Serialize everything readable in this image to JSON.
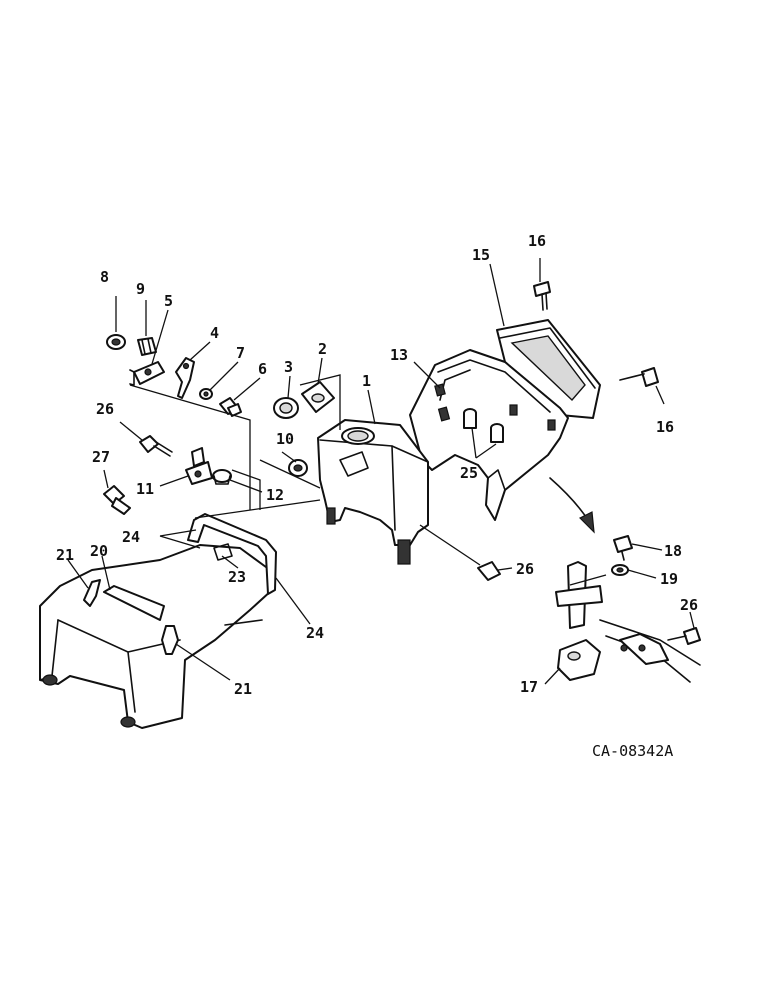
{
  "diagram": {
    "reference_code": "CA-08342A",
    "callouts": [
      {
        "id": "c8",
        "text": "8"
      },
      {
        "id": "c9",
        "text": "9"
      },
      {
        "id": "c5",
        "text": "5"
      },
      {
        "id": "c4",
        "text": "4"
      },
      {
        "id": "c7",
        "text": "7"
      },
      {
        "id": "c6",
        "text": "6"
      },
      {
        "id": "c3",
        "text": "3"
      },
      {
        "id": "c2",
        "text": "2"
      },
      {
        "id": "c1",
        "text": "1"
      },
      {
        "id": "c13",
        "text": "13"
      },
      {
        "id": "c15",
        "text": "15"
      },
      {
        "id": "c16a",
        "text": "16"
      },
      {
        "id": "c16b",
        "text": "16"
      },
      {
        "id": "c26a",
        "text": "26"
      },
      {
        "id": "c10",
        "text": "10"
      },
      {
        "id": "c25",
        "text": "25"
      },
      {
        "id": "c27",
        "text": "27"
      },
      {
        "id": "c11",
        "text": "11"
      },
      {
        "id": "c12",
        "text": "12"
      },
      {
        "id": "c24a",
        "text": "24"
      },
      {
        "id": "c21a",
        "text": "21"
      },
      {
        "id": "c20",
        "text": "20"
      },
      {
        "id": "c23",
        "text": "23"
      },
      {
        "id": "c24b",
        "text": "24"
      },
      {
        "id": "c21b",
        "text": "21"
      },
      {
        "id": "c26b",
        "text": "26"
      },
      {
        "id": "c18",
        "text": "18"
      },
      {
        "id": "c19",
        "text": "19"
      },
      {
        "id": "c26c",
        "text": "26"
      },
      {
        "id": "c17",
        "text": "17"
      }
    ]
  }
}
